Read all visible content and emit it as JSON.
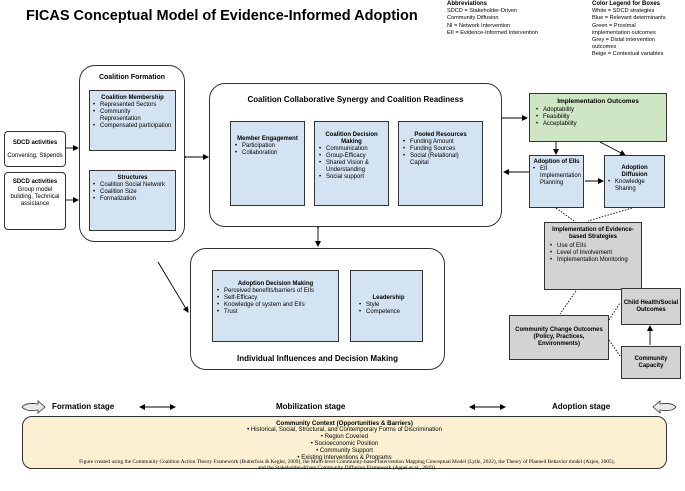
{
  "title": "FICAS Conceptual Model of Evidence-Informed Adoption",
  "abbreviations": {
    "heading": "Abbreviations",
    "lines": [
      "SDCD = Stakeholder-Driven",
      "Community Diffusion",
      "NI = Network Intervention",
      "EII = Evidence-Informed Intervention"
    ]
  },
  "color_legend": {
    "heading": "Color Legend for Boxes",
    "lines": [
      "White = SDCD strategies",
      "Blue = Relevant determinants",
      "Green = Proximal",
      "implementation outcomes",
      "Grey = Distal intervention",
      "outcomes",
      "Beige = Contextual variables"
    ]
  },
  "sdcd1": {
    "title": "SDCD activities",
    "text": "Convening, Stipends"
  },
  "sdcd2": {
    "title": "SDCD activities",
    "text": "Group model building, Technical assistance"
  },
  "coalition_formation": {
    "title": "Coalition Formation",
    "membership": {
      "title": "Coalition Membership",
      "items": [
        "Represented Sectors",
        "Community Representation",
        "Compensated participation"
      ]
    },
    "structures": {
      "title": "Structures",
      "items": [
        "Coalition Social Network",
        "Coalition Size",
        "Formalization"
      ]
    }
  },
  "synergy": {
    "title": "Coalition Collaborative Synergy and Coalition Readiness",
    "member_engagement": {
      "title": "Member Engagement",
      "items": [
        "Participation",
        "Collaboration"
      ]
    },
    "decision_making": {
      "title": "Coalition Decision Making",
      "items": [
        "Communication",
        "Group-Efficacy",
        "Shared Vision & Understanding",
        "Social support"
      ]
    },
    "pooled_resources": {
      "title": "Pooled Resources",
      "items": [
        "Funding Amount",
        "Funding Sources",
        "Social (Relational) Capital"
      ]
    }
  },
  "individual": {
    "title": "Individual Influences and Decision Making",
    "adoption_decision": {
      "title": "Adoption Decision Making",
      "items": [
        "Perceived benefits/barriers of EIIs",
        "Self-Efficacy",
        "Knowledge of system and EIIs",
        "Trust"
      ]
    },
    "leadership": {
      "title": "Leadership",
      "items": [
        "Style",
        "Competence"
      ]
    }
  },
  "implementation_outcomes": {
    "title": "Implementation Outcomes",
    "items": [
      "Adoptability",
      "Feasibility",
      "Acceptability"
    ]
  },
  "adoption_eiis": {
    "title": "Adoption of EIIs",
    "items": [
      "EII Implementation Planning"
    ]
  },
  "adoption_diffusion": {
    "title": "Adoption Diffusion",
    "items": [
      "Knowledge Sharing"
    ]
  },
  "implementation_strategies": {
    "title": "Implementation of Evidence-based Strategies",
    "items": [
      "Use of EIIs",
      "Level of Involvement",
      "Implementation Monitoring"
    ]
  },
  "community_change": {
    "title": "Community Change Outcomes (Policy, Practices, Environments)"
  },
  "child_health": {
    "title": "Child Health/Social Outcomes"
  },
  "community_capacity": {
    "title": "Community Capacity"
  },
  "stages": {
    "formation": "Formation stage",
    "mobilization": "Mobilization stage",
    "adoption": "Adoption stage"
  },
  "community_context": {
    "title": "Community Context (Opportunities & Barriers)",
    "items": [
      "Historical, Social, Structural, and Contemporary Forms of Discrimination",
      "Region Covered",
      "Socioeconomic Position",
      "Community Support",
      "Existing Interventions & Programs"
    ]
  },
  "caption": {
    "line1": "Figure created using the Community Coalition Action Theory Framework (Butterfoss & Kegler, 2009), the Multi-level Community-based Intervention Mapping Conceptual Model (Lytle, 2022), the Theory of Planned Behavior model (Azjen, 2005),",
    "line2": "and the Stakeholder-driven Community Diffusion Framework (Appel et al., 2019)."
  },
  "colors": {
    "white": "#ffffff",
    "blue": "#d4e3f1",
    "green": "#cfe6c4",
    "grey": "#d3d3d3",
    "beige": "#fbf1d2"
  }
}
